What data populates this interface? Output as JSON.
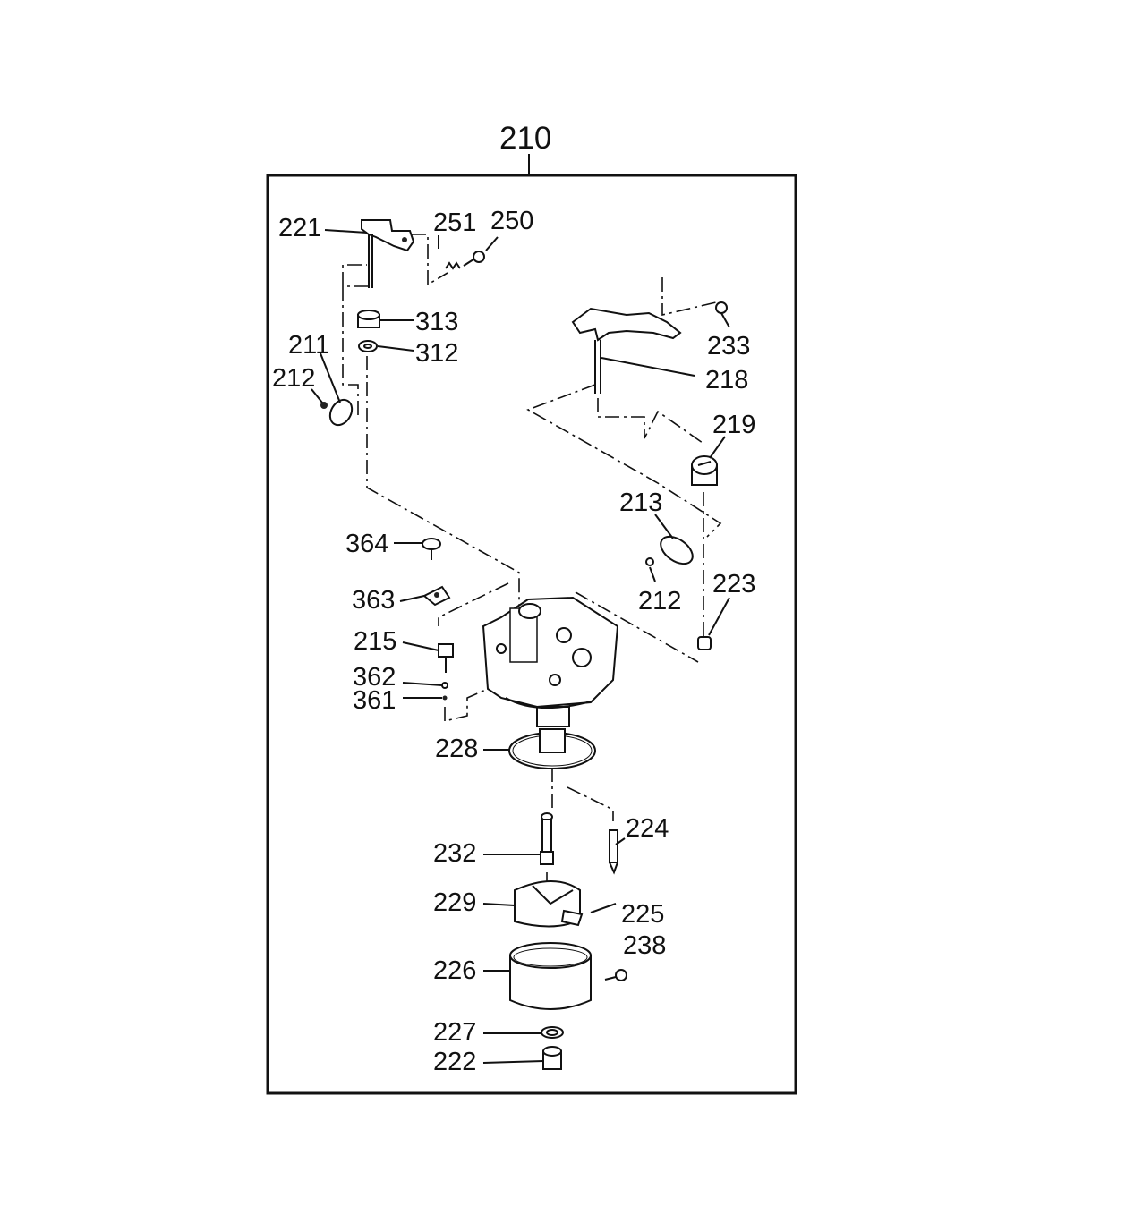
{
  "assembly": {
    "number": "210"
  },
  "labels": {
    "l221": "221",
    "l251": "251",
    "l250": "250",
    "l313": "313",
    "l312": "312",
    "l211": "211",
    "l212a": "212",
    "l233": "233",
    "l218": "218",
    "l219": "219",
    "l213": "213",
    "l212b": "212",
    "l223": "223",
    "l364": "364",
    "l363": "363",
    "l215": "215",
    "l362": "362",
    "l361": "361",
    "l228": "228",
    "l224": "224",
    "l232": "232",
    "l229": "229",
    "l225": "225",
    "l238": "238",
    "l226": "226",
    "l227": "227",
    "l222": "222"
  }
}
